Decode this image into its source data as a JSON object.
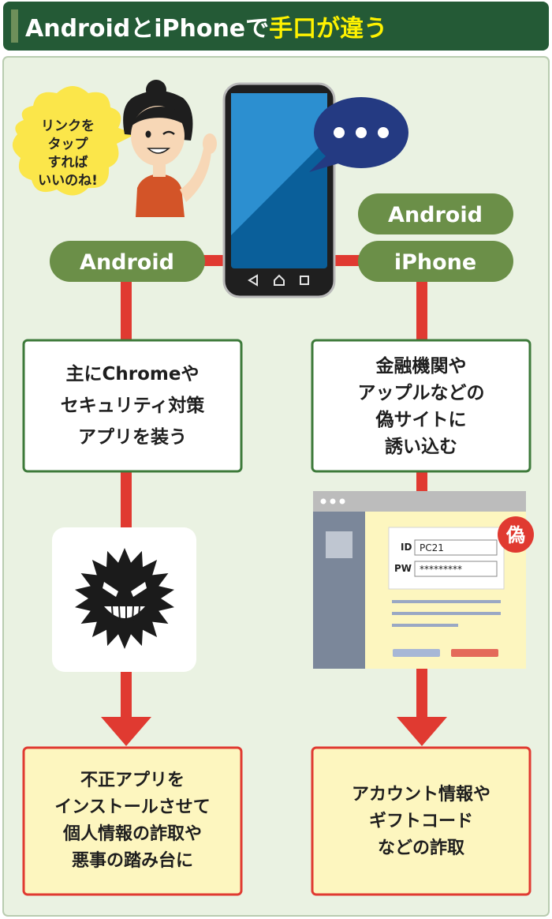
{
  "header": {
    "title_part1": "AndroidとiPhoneで",
    "title_part2": "手口が違う"
  },
  "speech_bubble": {
    "lines": [
      "リンクを",
      "タップ",
      "すれば",
      "いいのね!"
    ]
  },
  "labels": {
    "android_left": "Android",
    "android_right": "Android",
    "iphone_right": "iPhone"
  },
  "left_box": {
    "lines": [
      "主にChromeや",
      "セキュリティ対策",
      "アプリを装う"
    ]
  },
  "right_box": {
    "lines": [
      "金融機関や",
      "アップルなどの",
      "偽サイトに",
      "誘い込む"
    ]
  },
  "fake_site": {
    "badge": "偽",
    "id_label": "ID",
    "id_value": "PC21",
    "pw_label": "PW",
    "pw_value": "*********"
  },
  "left_result": {
    "lines": [
      "不正アプリを",
      "インストールさせて",
      "個人情報の詐取や",
      "悪事の踏み台に"
    ]
  },
  "right_result": {
    "lines": [
      "アカウント情報や",
      "ギフトコード",
      "などの詐取"
    ]
  },
  "colors": {
    "header_bg": "#245a36",
    "header_text": "#ffffff",
    "header_accent": "#fff200",
    "panel_bg": "#eaf2e2",
    "pill_green": "#6b8f48",
    "connector_red": "#e03a31",
    "box_border_green": "#3d7a3a",
    "result_bg": "#fdf6bf",
    "speech_yellow": "#fbe64a"
  }
}
